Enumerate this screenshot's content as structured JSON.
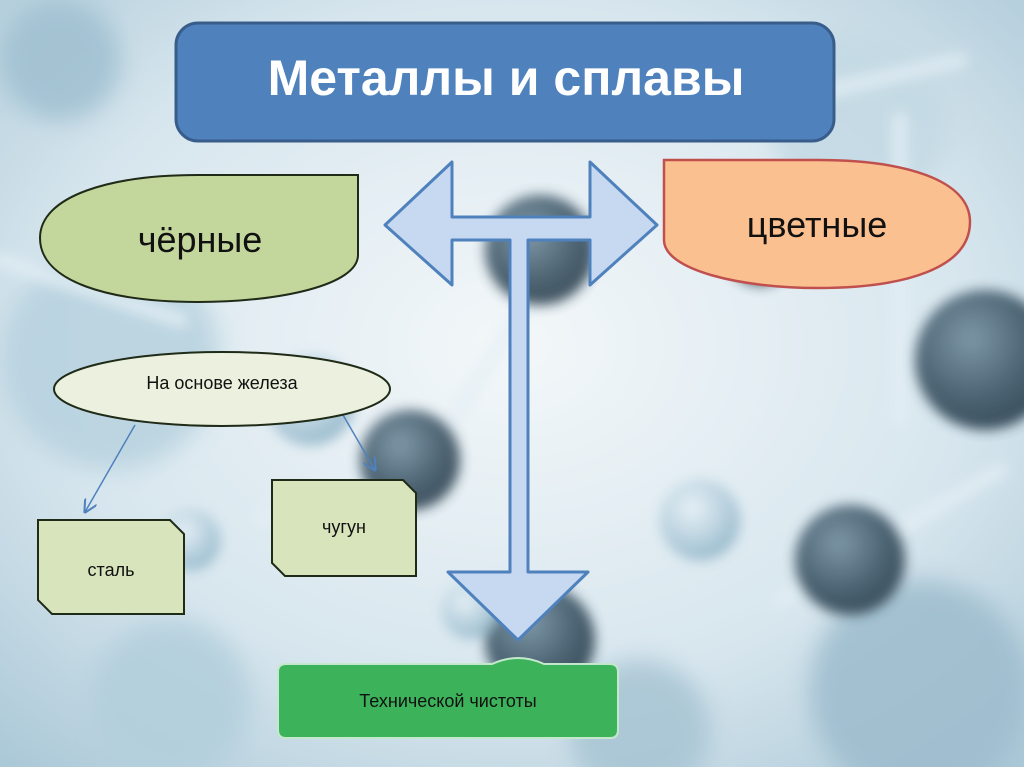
{
  "diagram": {
    "title": "Металлы и сплавы",
    "black_metals": "чёрные",
    "color_metals": "цветные",
    "iron_based": "На основе железа",
    "steel": "сталь",
    "cast_iron": "чугун",
    "technical_purity": "Технической чистоты"
  },
  "colors": {
    "title_fill": "#4f81bd",
    "title_stroke": "#385d8a",
    "black_fill": "#c3d69b",
    "color_fill": "#fac090",
    "color_stroke": "#c0504d",
    "iron_fill": "#ebf1de",
    "box_fill": "#d7e4bc",
    "tech_fill": "#3cb35a",
    "arrow_fill": "#c6d9f1",
    "arrow_stroke": "#4f81bd"
  }
}
